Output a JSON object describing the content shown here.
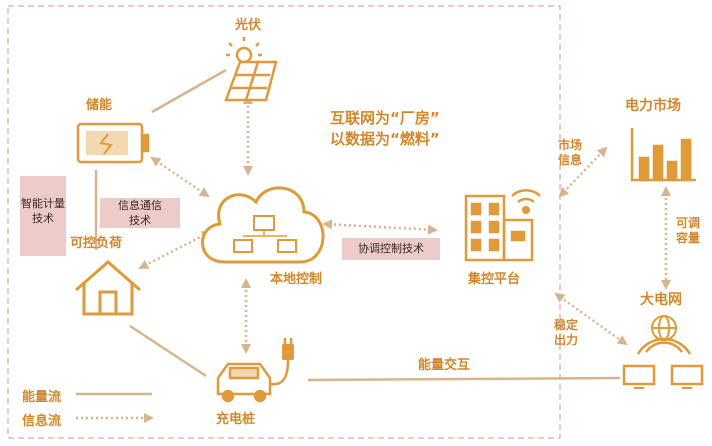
{
  "nodes": {
    "solar": "光伏",
    "storage": "储能",
    "controllable_load": "可控负荷",
    "local_control": "本地控制",
    "aggregation_platform": "集控平台",
    "charging_pile": "充电桩",
    "power_market": "电力市场",
    "grid": "大电网"
  },
  "boxes": {
    "smart_metering": "智能计量技术",
    "info_comm": "信息通信技术",
    "coord_control": "协调控制技术"
  },
  "slogan": {
    "line1": "互联网为“厂房”",
    "line2": "以数据为“燃料”"
  },
  "edge_labels": {
    "market_info": "市场信息",
    "adjustable_capacity": "可调容量",
    "stable_output": "稳定出力",
    "energy_interaction": "能量交互"
  },
  "legend": {
    "energy_flow": "能量流",
    "info_flow": "信息流"
  },
  "colors": {
    "accent": "#e09a3a",
    "label": "#d2882a",
    "line": "#d8b48e",
    "box_fill": "#eccbc8",
    "dashed_border": "#e2a79b"
  }
}
